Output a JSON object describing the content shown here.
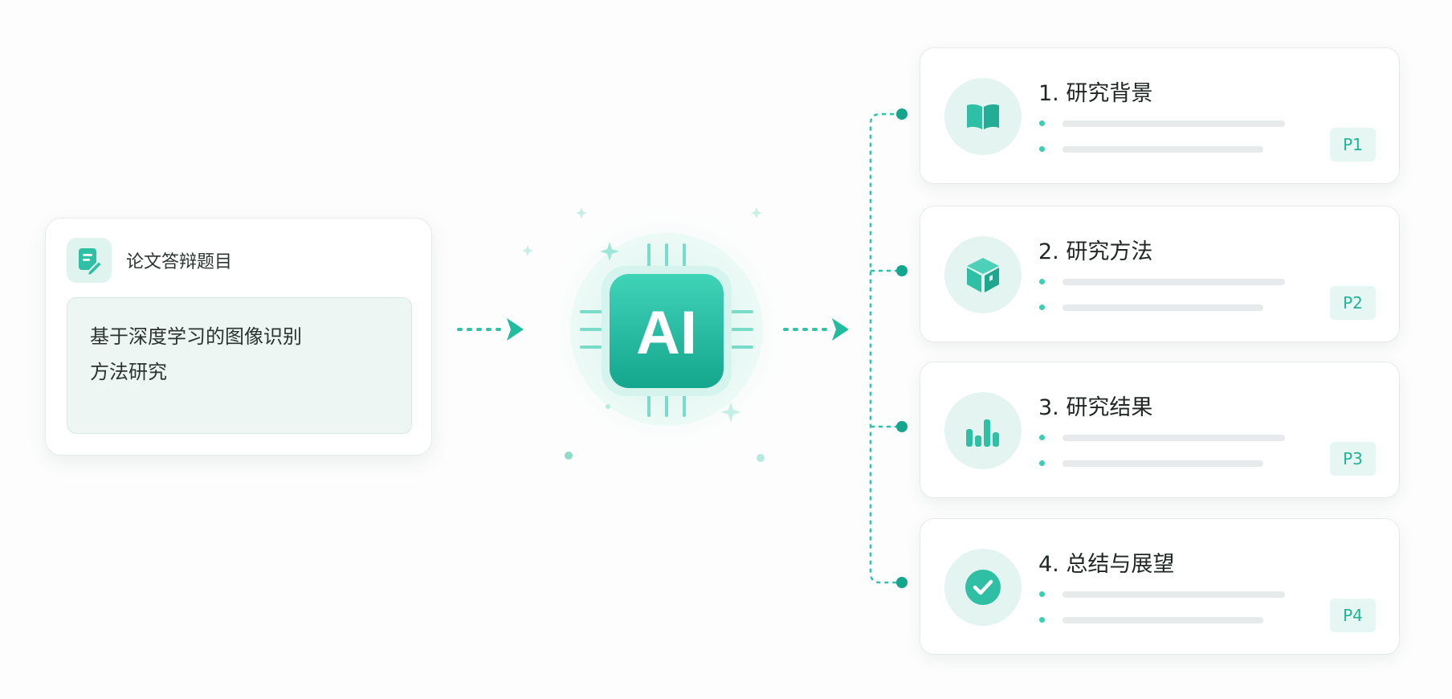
{
  "input": {
    "label": "论文答辩题目",
    "topic_lines": [
      "基于深度学习的图像识别",
      "方法研究"
    ]
  },
  "ai_chip": {
    "text": "AI"
  },
  "sections": [
    {
      "title": "1. 研究背景",
      "badge": "P1",
      "icon": "book-icon"
    },
    {
      "title": "2. 研究方法",
      "badge": "P2",
      "icon": "cube-icon"
    },
    {
      "title": "3. 研究结果",
      "badge": "P3",
      "icon": "bar-chart-icon"
    },
    {
      "title": "4. 总结与展望",
      "badge": "P4",
      "icon": "check-circle-icon"
    }
  ],
  "colors": {
    "accent": "#2ec4a7",
    "accent_dark": "#14a58d",
    "accent_light": "#e4f5f1"
  }
}
